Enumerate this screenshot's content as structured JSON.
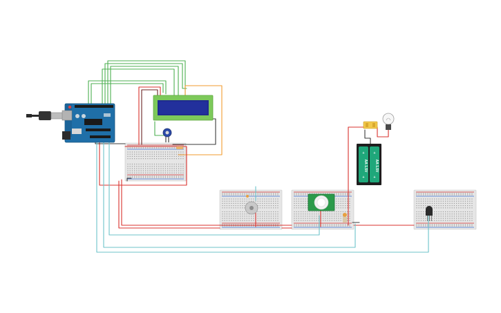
{
  "circuit": {
    "battery_labels": [
      "AA 1.5V",
      "AA 1.5V"
    ],
    "colors": {
      "wire_green": "#4caf50",
      "wire_red": "#d9302c",
      "wire_black": "#3a3a3a",
      "wire_orange": "#f29b2e",
      "wire_teal": "#6cc3c9",
      "arduino_blue": "#1f6fa8",
      "lcd_green": "#7dc95a",
      "lcd_screen": "#1f2b8f",
      "pir_green": "#2b9a4a",
      "battery_green": "#1fa77a",
      "breadboard": "#e6e6e6"
    },
    "components": [
      {
        "name": "usb-cable-icon"
      },
      {
        "name": "arduino-uno-board"
      },
      {
        "name": "lcd-16x2-display"
      },
      {
        "name": "potentiometer-icon"
      },
      {
        "name": "breadboard-small"
      },
      {
        "name": "breadboard-middle-left"
      },
      {
        "name": "breadboard-middle-right"
      },
      {
        "name": "breadboard-right"
      },
      {
        "name": "piezo-buzzer-icon"
      },
      {
        "name": "pir-sensor"
      },
      {
        "name": "resistor-icon"
      },
      {
        "name": "temperature-sensor-icon"
      },
      {
        "name": "relay-module"
      },
      {
        "name": "light-bulb-icon"
      },
      {
        "name": "battery-pack-2xAA"
      }
    ]
  }
}
